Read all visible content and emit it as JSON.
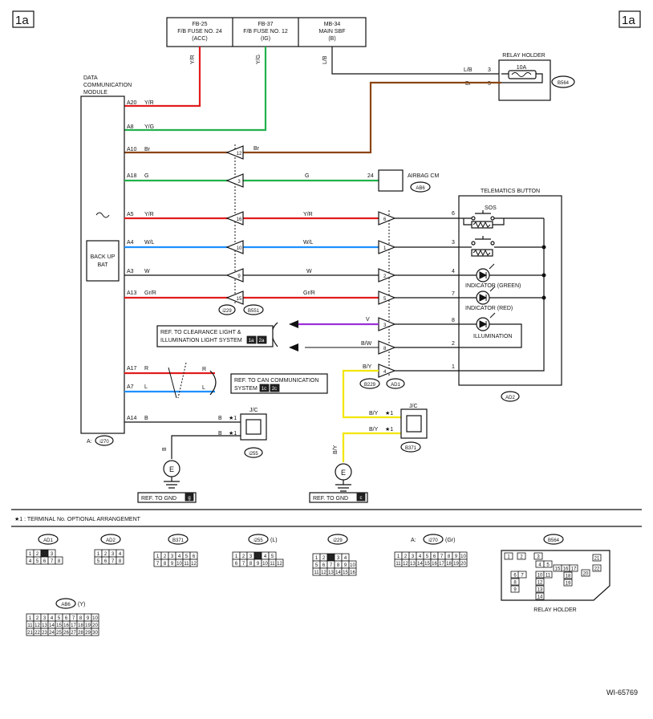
{
  "page_label": "1a",
  "figure_id": "WI-65769",
  "fuses": [
    {
      "id": "FB-25",
      "name": "F/B FUSE NO. 24",
      "sub": "(ACC)"
    },
    {
      "id": "FB-37",
      "name": "F/B FUSE NO. 12",
      "sub": "(IG)"
    },
    {
      "id": "MB-34",
      "name": "MAIN SBF",
      "sub": "(B)"
    }
  ],
  "relay_holder": {
    "title": "RELAY HOLDER",
    "fuse": "10A",
    "connector": "B564",
    "pins": [
      "3",
      "5"
    ],
    "wires": [
      "L/B",
      "Br"
    ]
  },
  "dcm": {
    "title": [
      "DATA",
      "COMMUNICATION",
      "MODULE"
    ],
    "backup": [
      "BACK UP",
      "BAT"
    ],
    "connector_label": "A:",
    "connector": "i270",
    "pins": [
      {
        "pin": "A20",
        "wire": "Y/R"
      },
      {
        "pin": "A8",
        "wire": "Y/G"
      },
      {
        "pin": "A10",
        "wire": "Br"
      },
      {
        "pin": "A18",
        "wire": "G"
      },
      {
        "pin": "A5",
        "wire": "Y/R"
      },
      {
        "pin": "A4",
        "wire": "W/L"
      },
      {
        "pin": "A3",
        "wire": "W"
      },
      {
        "pin": "A13",
        "wire": "Gr/R"
      },
      {
        "pin": "A17",
        "wire": "R"
      },
      {
        "pin": "A7",
        "wire": "L"
      },
      {
        "pin": "A14",
        "wire": "B"
      }
    ]
  },
  "vertical_wire_labels": {
    "acc": "Y/R",
    "ig": "Y/G",
    "b": "L/B"
  },
  "connector_i229_pins": [
    "12",
    "3",
    "16",
    "10",
    "9",
    "15"
  ],
  "connector_labels": {
    "i229": "i229",
    "b551": "B551",
    "b229": "B229",
    "ad1": "AD1",
    "ad2": "AD2",
    "b371": "B371",
    "i255": "i255"
  },
  "mid_wires": [
    "Br",
    "G",
    "Y/R",
    "W/L",
    "W",
    "Gr/R"
  ],
  "airbag": {
    "name": "AIRBAG CM",
    "pin": "24",
    "connector": "AB6"
  },
  "ad1_pins": [
    "6",
    "1",
    "2",
    "5",
    "3",
    "8",
    "4"
  ],
  "ad1_wires": [
    "V",
    "B/W",
    "B/Y"
  ],
  "telematics": {
    "title": "TELEMATICS BUTTON",
    "sos": "SOS",
    "pins": [
      "6",
      "3",
      "4",
      "7",
      "8",
      "2",
      "1"
    ],
    "indicator_green": "INDICATOR (GREEN)",
    "indicator_red": "INDICATOR (RED)",
    "illumination": "ILLUMINATION"
  },
  "ref_clearance": {
    "line1": "REF. TO CLEARANCE LIGHT &",
    "line2": "ILLUMINATION LIGHT SYSTEM",
    "tag1": "1a",
    "tag2": "2a"
  },
  "ref_can": {
    "line1": "REF. TO CAN COMMUNICATION",
    "line2": "SYSTEM",
    "tag1": "1c",
    "tag2": "2c"
  },
  "can_wires": [
    "R",
    "L"
  ],
  "jc_label": "J/C",
  "star_note": "★1 : TERMINAL No. OPTIONAL ARRANGEMENT",
  "star": "★1",
  "ground": {
    "label": "E",
    "ref_g": "REF. TO GND",
    "tag_g": "g",
    "ref_c": "REF. TO GND",
    "tag_c": "c",
    "wire_left": "B",
    "wire_right": "B/Y"
  },
  "b_wires": [
    "B",
    "B",
    "B/Y",
    "B/Y"
  ],
  "connectors": [
    {
      "name": "AD1",
      "suffix": "",
      "rows": [
        [
          "1",
          "2",
          "",
          "3"
        ],
        [
          "4",
          "5",
          "6",
          "7",
          "8"
        ]
      ]
    },
    {
      "name": "AD2",
      "suffix": "",
      "rows": [
        [
          "1",
          "2",
          "3",
          "4"
        ],
        [
          "5",
          "6",
          "7",
          "8"
        ]
      ]
    },
    {
      "name": "B371",
      "suffix": "",
      "rows": [
        [
          "1",
          "2",
          "3",
          "4",
          "5",
          "6"
        ],
        [
          "7",
          "8",
          "9",
          "10",
          "11",
          "12"
        ]
      ]
    },
    {
      "name": "i255",
      "suffix": "(L)",
      "rows": [
        [
          "1",
          "2",
          "3",
          "",
          "4",
          "5"
        ],
        [
          "6",
          "7",
          "8",
          "9",
          "10",
          "11",
          "12"
        ]
      ]
    },
    {
      "name": "i229",
      "suffix": "",
      "rows": [
        [
          "1",
          "2",
          "",
          "3",
          "4"
        ],
        [
          "5",
          "6",
          "7",
          "8",
          "9",
          "10"
        ],
        [
          "11",
          "12",
          "13",
          "14",
          "15",
          "16"
        ]
      ]
    },
    {
      "name": "i270",
      "prefix": "A:",
      "suffix": "(Gr)",
      "rows": [
        [
          "1",
          "2",
          "3",
          "4",
          "5",
          "6",
          "7",
          "8",
          "9",
          "10"
        ],
        [
          "11",
          "12",
          "13",
          "14",
          "15",
          "16",
          "17",
          "18",
          "19",
          "20"
        ]
      ]
    },
    {
      "name": "B564",
      "suffix": "",
      "caption": "RELAY HOLDER",
      "pins": [
        "1",
        "2",
        "3",
        "4",
        "5",
        "6",
        "7",
        "8",
        "9",
        "10",
        "11",
        "12",
        "13",
        "14",
        "15",
        "16",
        "17",
        "18",
        "19",
        "20",
        "21",
        "22"
      ]
    },
    {
      "name": "AB6",
      "suffix": "(Y)",
      "rows": [
        [
          "1",
          "2",
          "3",
          "4",
          "5",
          "6",
          "7",
          "8",
          "9",
          "10"
        ],
        [
          "11",
          "12",
          "13",
          "14",
          "15",
          "16",
          "17",
          "18",
          "19",
          "20"
        ],
        [
          "21",
          "22",
          "23",
          "24",
          "25",
          "26",
          "27",
          "28",
          "29",
          "30"
        ]
      ]
    }
  ],
  "colors": {
    "red": "#e11d1d",
    "green": "#22b14c",
    "brown": "#8b4513",
    "blue": "#1e90ff",
    "purple": "#9b30d9",
    "yellow": "#f2e600",
    "black": "#111111"
  }
}
